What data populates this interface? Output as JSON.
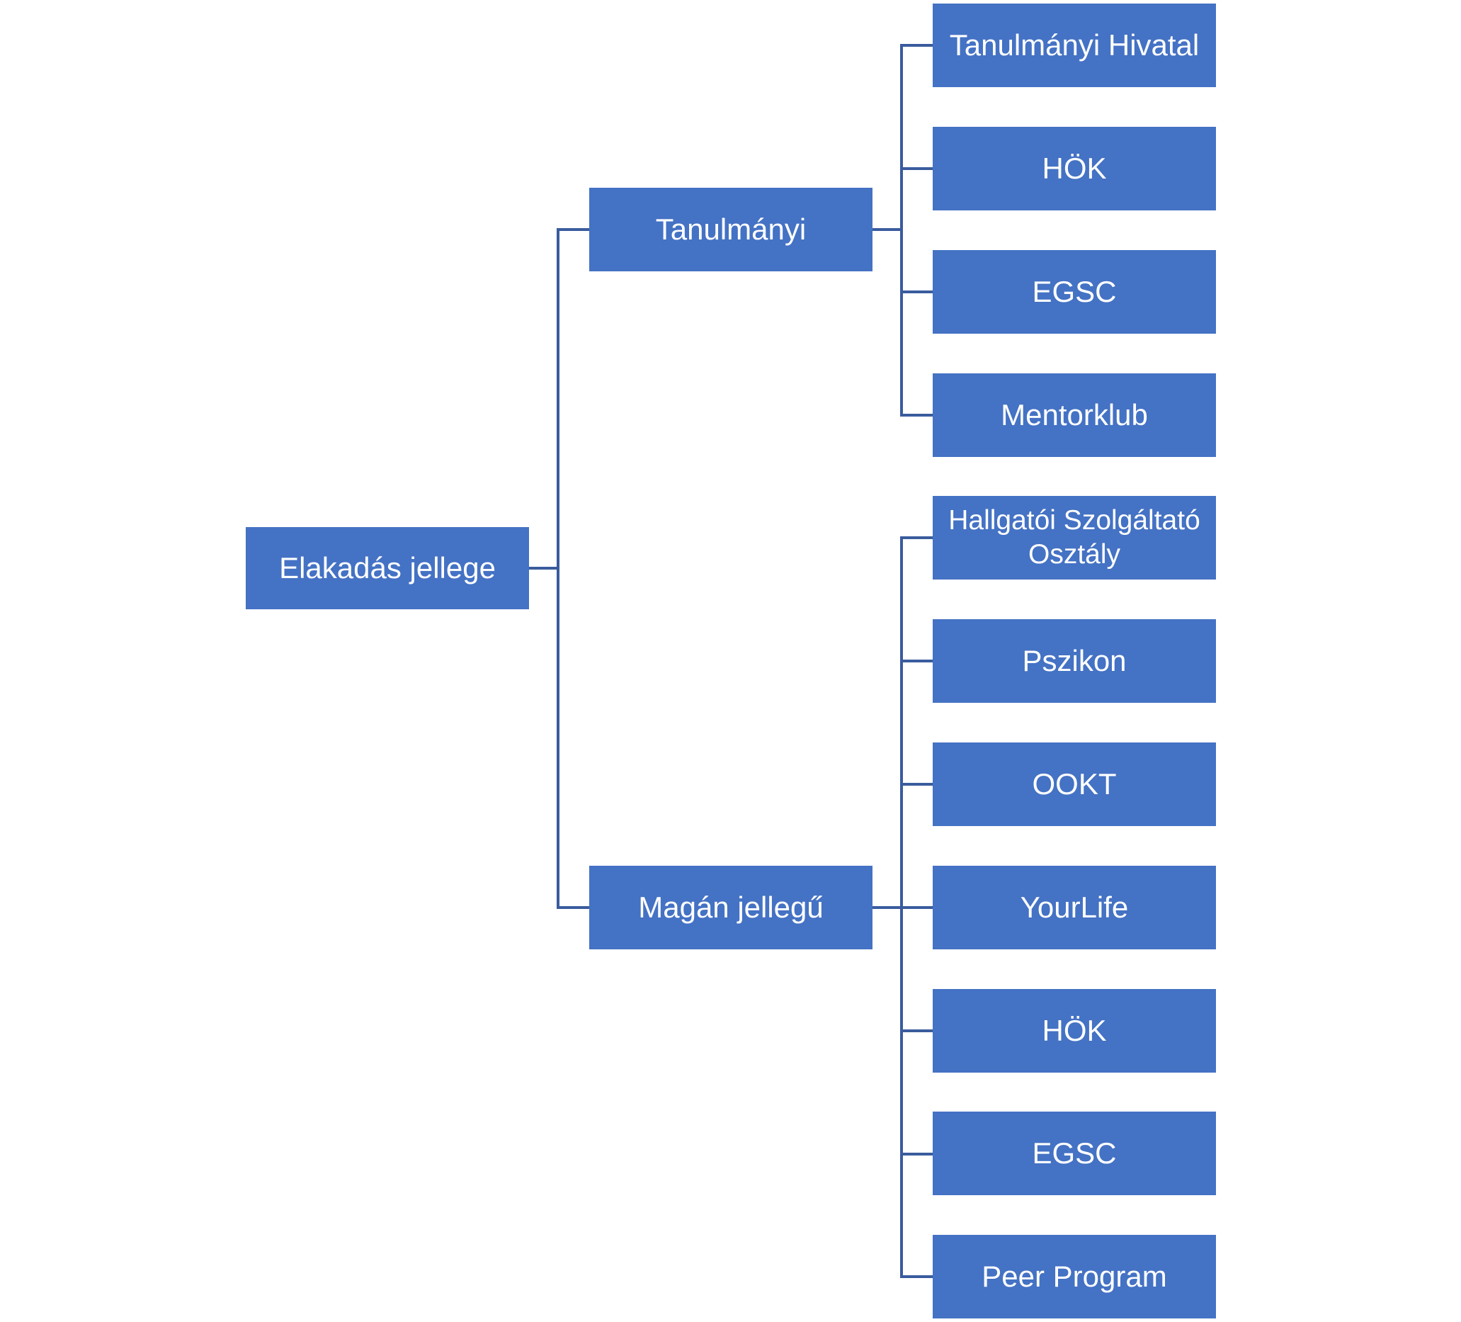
{
  "diagram": {
    "title_hint": "Elakadás jellege tree diagram",
    "root": {
      "label": "Elakadás jellege"
    },
    "branches": [
      {
        "label": "Tanulmányi",
        "children": [
          "Tanulmányi Hivatal",
          "HÖK",
          "EGSC",
          "Mentorklub"
        ]
      },
      {
        "label": "Magán jellegű",
        "children": [
          "Hallgatói Szolgáltató Osztály",
          "Pszikon",
          "OOKT",
          "YourLife",
          "HÖK",
          "EGSC",
          "Peer Program"
        ]
      }
    ]
  },
  "colors": {
    "node_fill": "#4472C4",
    "node_text": "#FFFFFF",
    "connector": "#3A5C9E",
    "background": "#FFFFFF"
  }
}
